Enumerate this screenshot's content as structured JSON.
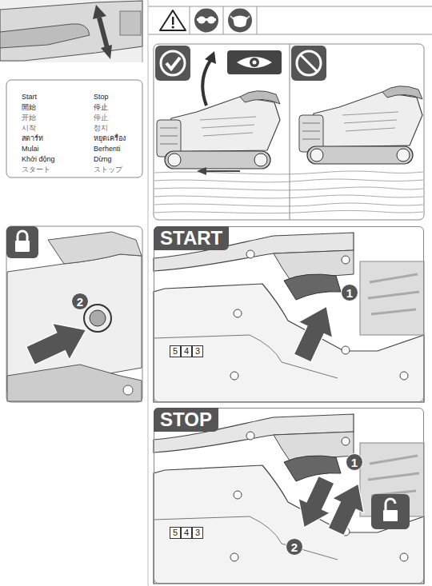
{
  "diagram": {
    "nodes": [
      {
        "text": [
          "START"
        ]
      },
      {
        "text": [
          "STOP"
        ]
      }
    ],
    "labels": [
      "Start",
      "Stop",
      "開始",
      "停止",
      "开始",
      "停止",
      "시작",
      "정지",
      "สตาร์ท",
      "หยุดเครื่อง",
      "Mulai",
      "Berhenti",
      "Khởi động",
      "Dừng",
      "スタート",
      "ストップ",
      "2",
      "5",
      "4",
      "3",
      "1",
      "5",
      "4",
      "3",
      "1",
      "2"
    ]
  }
}
